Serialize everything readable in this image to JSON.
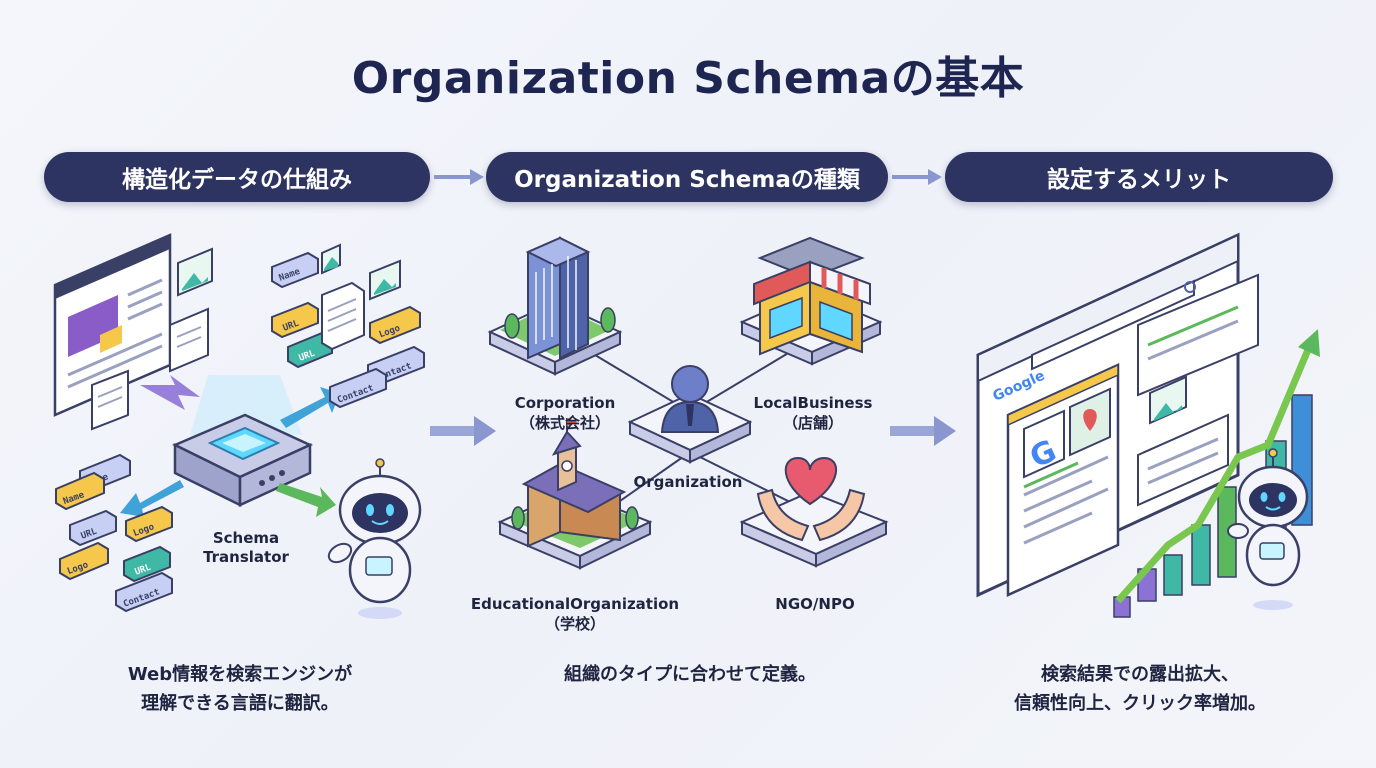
{
  "title": "Organization Schemaの基本",
  "sections": [
    {
      "heading": "構造化データの仕組み",
      "description_lines": [
        "Web情報を検索エンジンが",
        "理解できる言語に翻訳。"
      ]
    },
    {
      "heading": "Organization Schemaの種類",
      "description_lines": [
        "組織のタイプに合わせて定義。"
      ]
    },
    {
      "heading": "設定するメリット",
      "description_lines": [
        "検索結果での露出拡大、",
        "信頼性向上、クリック率増加。"
      ]
    }
  ],
  "translator": {
    "line1": "Schema",
    "line2": "Translator"
  },
  "tags": {
    "name": "Name",
    "url": "URL",
    "logo": "Logo",
    "contact": "Contact"
  },
  "org_types": {
    "center": "Organization",
    "corporation": {
      "name": "Corporation",
      "sub": "（株式会社）"
    },
    "local_business": {
      "name": "LocalBusiness",
      "sub": "（店舗）"
    },
    "educational": {
      "name": "EducationalOrganization",
      "sub": "（学校）"
    },
    "ngo": {
      "name": "NGO/NPO"
    }
  },
  "search": {
    "brand": "Google"
  },
  "colors": {
    "navy": "#2d3462",
    "arrow": "#7f8cc8",
    "green_arrow": "#5cb85c",
    "accent_yellow": "#f5c84b",
    "accent_teal": "#3fb8a6"
  }
}
